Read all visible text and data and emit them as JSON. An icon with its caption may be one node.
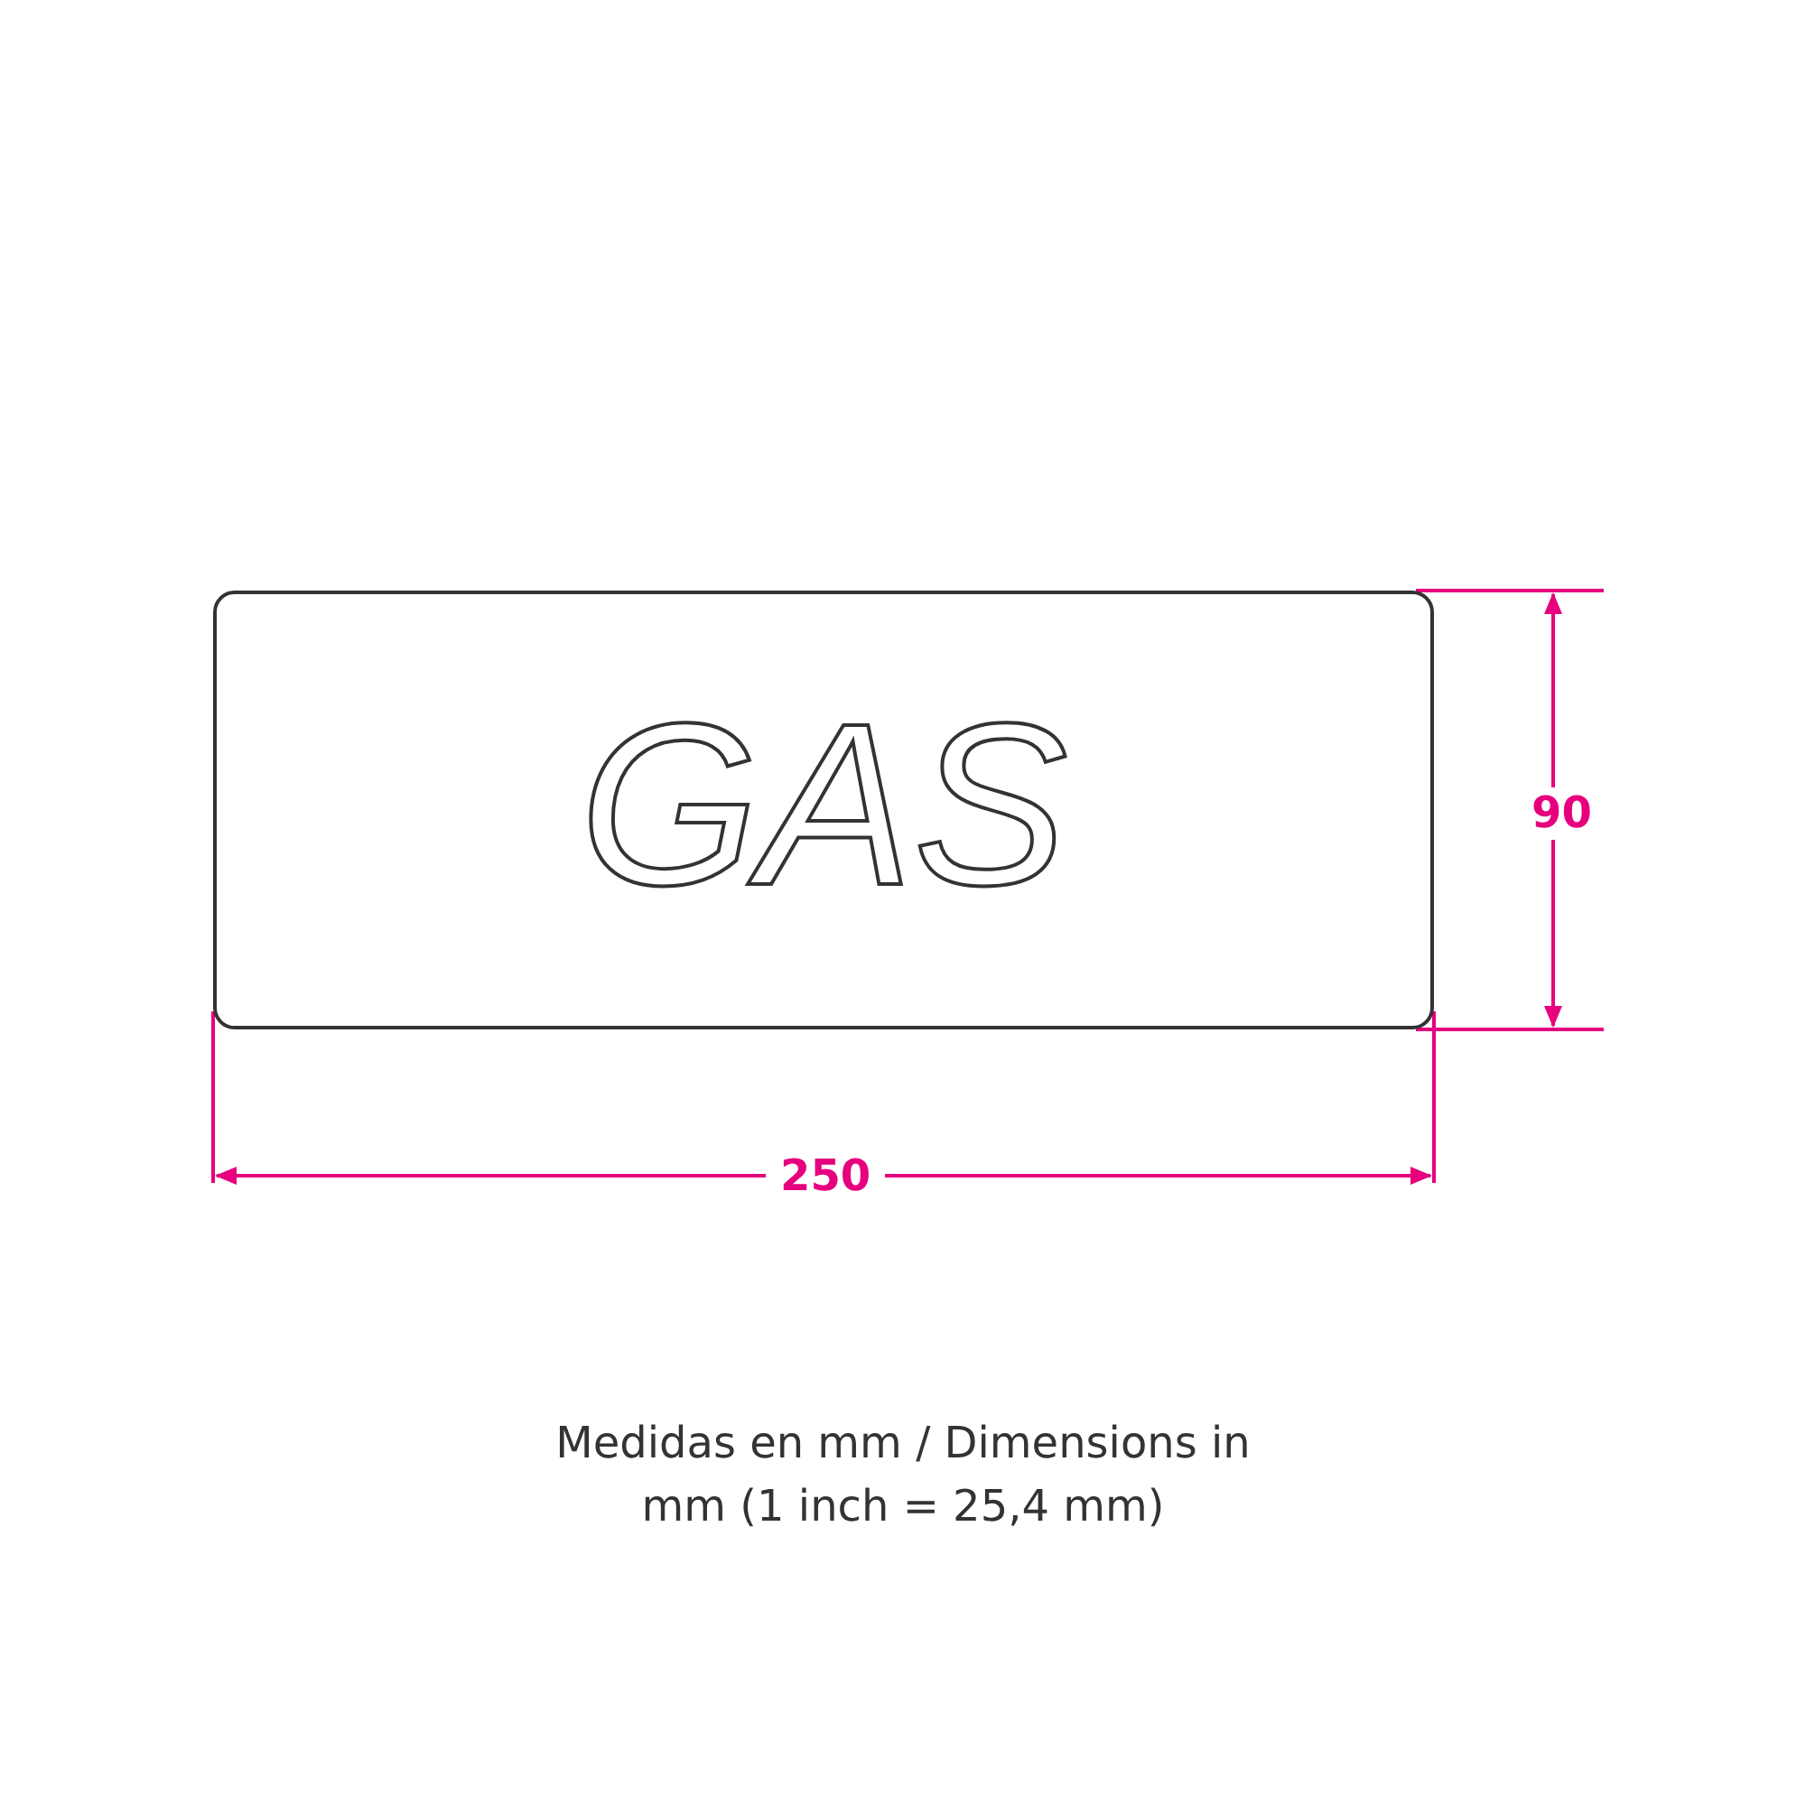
{
  "diagram": {
    "nodes": [
      {
        "text": [
          "GAS"
        ]
      }
    ],
    "edges": [],
    "labels": [
      "90",
      "250",
      "Medidas en mm / Dimensions in mm (1 inch = 25,4 mm)"
    ]
  }
}
